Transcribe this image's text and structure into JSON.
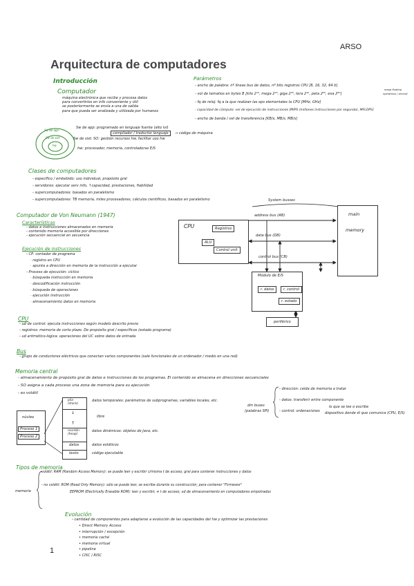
{
  "header": {
    "course": "ARSO",
    "title": "Arquitectura de computadores",
    "page_number": "1"
  },
  "intro": {
    "heading": "Introducción",
    "computador_heading": "Computador",
    "computador_lines": [
      "máquina electrónica que recibe y procesa datos",
      "para convertirlos en info conveniente y útil",
      "se posteriormente se envía a una de salida",
      "para que pueda ser analizada y utilizada por humanos"
    ],
    "layers": {
      "labels": [
        "Sw de app",
        "Sw de sist",
        "hw"
      ],
      "lines": [
        "Sw de app: programado en lenguaje fuente (alto lvl)",
        "compilador / traductor lenguaje",
        "→ código de máquina",
        "Sw de sist: SO: gestión recursos hw, facilitar uso hw",
        "hw: procesador, memoria, controladoras E/S"
      ]
    }
  },
  "parametros": {
    "heading": "Parámetros",
    "lines": [
      "- ancho de palabra: nº líneas bus de datos, nº bits registros CPU  [8, 16, 32, 64 b]",
      "- vol de tamaños en bytes B [kilo 2¹⁰, mega 2²⁰, giga 2³⁰, tera 2⁴⁰, peta 2⁵⁰, exa 2⁶⁰]",
      "- fq de reloj: fq a la que realizan las ops elementales la CPU [MHz, GHz]",
      "- capacidad de cómputo: vel de ejecución de instrucciones [MIPS (millones instrucciones por segundo), MFLOPS]",
      "- ancho de banda / vel de transferencia  [KB/s, MB/s, MB/s]"
    ],
    "side_note_1": "mega floating",
    "side_note_2": "operations / second"
  },
  "clases": {
    "heading": "Clases de computadores",
    "lines": [
      "- específico / embebido: uso individual, propósito gral",
      "- servidores: ejecutar serv info, ↑capacidad, prestaciones, fiabilidad",
      "- supercomputadores: basados en paralelismo",
      "- supercomputadores: TB memoria, miles procesadores, cálculos científicos, basados en paralelismo"
    ]
  },
  "von_neumann": {
    "heading": "Computador de Von Neumann (1947)",
    "caracteristicas_heading": "Características",
    "caracteristicas": [
      "- datos e instrucciones almacenados en memoria",
      "- contenido memoria accesible por direcciones",
      "- ejecución secuencial en secuencia"
    ],
    "ejecucion_heading": "Ejecución de instrucciones",
    "ejecucion": [
      "- CP: contador de programa",
      "· registro en CPU",
      "· apunta a dirección en memoria de la instrucción a ejecutar",
      "- Proceso de ejecución: cíclico",
      "· búsqueda instrucción en memoria",
      "· descodificación instrucción",
      "· búsqueda de operaciones",
      "· ejecución instrucción",
      "· almacenamiento datos en memoria"
    ]
  },
  "diagram": {
    "system_busses": "System busses",
    "main_memory_line1": "main",
    "main_memory_line2": "memory",
    "cpu": "CPU",
    "registros": "Registros",
    "alu": "ALU",
    "control_unit": "Control unit",
    "address_bus": "address bus (AB)",
    "data_bus": "data bus (DB)",
    "control_bus": "control bus (CB)",
    "modulo_es": "Módulo de E/S",
    "r_datos": "r. datos",
    "r_control": "r. control",
    "r_estado": "r. estado",
    "periferico": "periférico"
  },
  "cpu_section": {
    "heading": "CPU",
    "lines": [
      "- ud de control: ejecuta instrucciones según modelo descrito previo",
      "- registros: memoria de corto plazo. De propósito gral / específicos (estado programa)",
      "- ud aritmético-lógica: operaciones del UC sobre datos de entrada"
    ]
  },
  "bus": {
    "heading": "Bus",
    "line": "- grupo de conductores eléctricos que conectan varios componentes (sale funcionales de un ordenador / medio en una red)"
  },
  "memoria": {
    "heading": "Memoria central",
    "lines": [
      "- almacenamiento de propósito gral de datos e instrucciones de los programas. El contenido se almacena en direcciones secuenciales",
      "- SO asigna a cada proceso una zona de memoria para su ejecución",
      "- es volátil"
    ],
    "stack_labels": [
      "pila (stack)",
      "↓",
      "↑",
      "montón (heap)",
      "datos",
      "texto"
    ],
    "os_labels": [
      "núcleo",
      "Proceso 1",
      "Proceso 2"
    ],
    "stack_desc": [
      "datos temporales: parámetros de subprogramas, variables locales, etc.",
      "libre",
      "datos dinámicos: objetos de Java, etc.",
      "datos estáticos",
      "código ejecutable"
    ],
    "bus_label": "dm  buses",
    "bus_sub": "(palabras SPI)",
    "bus_items": [
      "- dirección: celda de memoria a tratar",
      "- datos: transferir entre componente",
      "- control: ordenaciones",
      "lo que se lee o escribe",
      "dispositivo donde él que comunica (CPU, E/S)"
    ]
  },
  "tipos": {
    "heading": "Tipos de memoria",
    "memoria_label": "memoria",
    "lines": [
      "volátil: RAM (Random Access Memory): se puede leer y escribir c/misma t de acceso; gral para contener instrucciones y datos",
      "- no volátil: ROM (Read Only Memory): sólo se puede leer, se escribe durante su construcción; para contener \"Firmware\"",
      "EEPROM (Electrically Erasable ROM): leer y escribir, ≠ t de acceso; ud de almacenamiento en computadores empotrados"
    ]
  },
  "evolucion": {
    "heading": "Evolución",
    "intro": "- cantidad de componentes para adaptarse a evolución de las capacidades del hw y optimizar las prestaciones",
    "items": [
      "• Direct Memory Access",
      "• interrupción / excepción",
      "• memoria caché",
      "• memoria virtual",
      "• pipeline",
      "• CISC / RISC"
    ]
  }
}
